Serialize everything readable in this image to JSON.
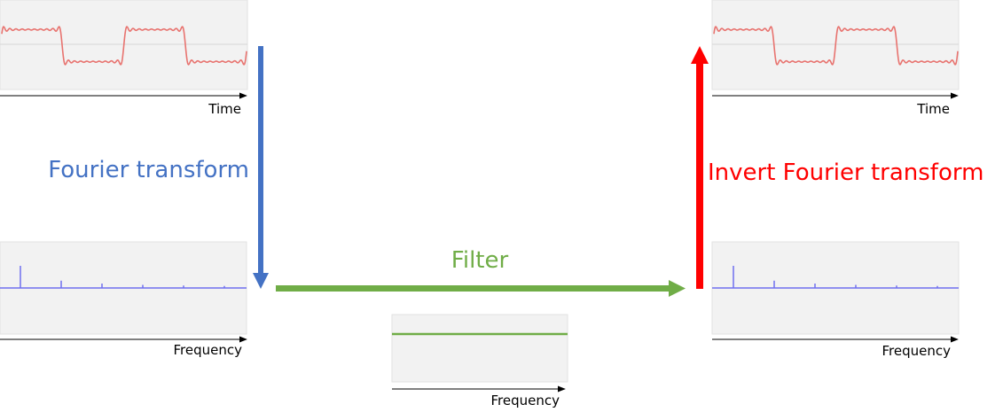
{
  "labels": {
    "time_top_left": "Time",
    "time_top_right": "Time",
    "freq_bottom_left": "Frequency",
    "freq_bottom_right": "Frequency",
    "freq_filter": "Frequency",
    "fourier_transform": "Fourier transform",
    "filter": "Filter",
    "invert_fourier_transform": "Invert Fourier transform"
  },
  "colors": {
    "signal": "#e8736f",
    "spectrum": "#6f6ff0",
    "filter_line": "#70ad47",
    "fourier_arrow": "#4472c4",
    "filter_arrow": "#70ad47",
    "inverse_arrow": "#ff0000",
    "panel_bg": "#f2f2f2",
    "panel_border": "#e2e2e2",
    "baseline": "#d6d6d6"
  },
  "spectrum_peaks": [
    1,
    0.33,
    0.2,
    0.14,
    0.11,
    0.09
  ]
}
